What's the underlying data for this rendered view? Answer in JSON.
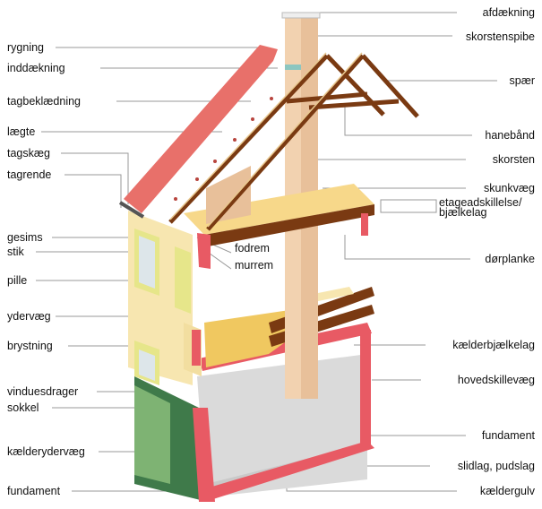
{
  "title": "Hus tværsnit",
  "left_labels": [
    "rygning",
    "inddækning",
    "tagbeklædning",
    "lægte",
    "tagskæg",
    "tagrende",
    "gesims",
    "stik",
    "pille",
    "ydervæg",
    "brystning",
    "vinduesdrager",
    "sokkel",
    "kælderydervæg",
    "fundament"
  ],
  "right_labels": [
    "afdækning",
    "skorstenspibe",
    "spær",
    "hanebånd",
    "skorsten",
    "skunkvæg",
    "etageadskillelse/",
    "bjælkelag",
    "dørplanke",
    "kælderbjælkelag",
    "hovedskillevæg",
    "fundament",
    "slidlag, pudslag",
    "kældergulv"
  ],
  "middle_labels": [
    "fodrem",
    "murrem"
  ],
  "colors": {
    "tile": "#e8706a",
    "wood": "#7a3a12",
    "chimney": "#f2d2b0",
    "wall": "#f7e6b0",
    "floor": "#f0c860",
    "basement": "#d9d9d9",
    "red_wall": "#e85a64",
    "ground": "#3f7a4a"
  }
}
